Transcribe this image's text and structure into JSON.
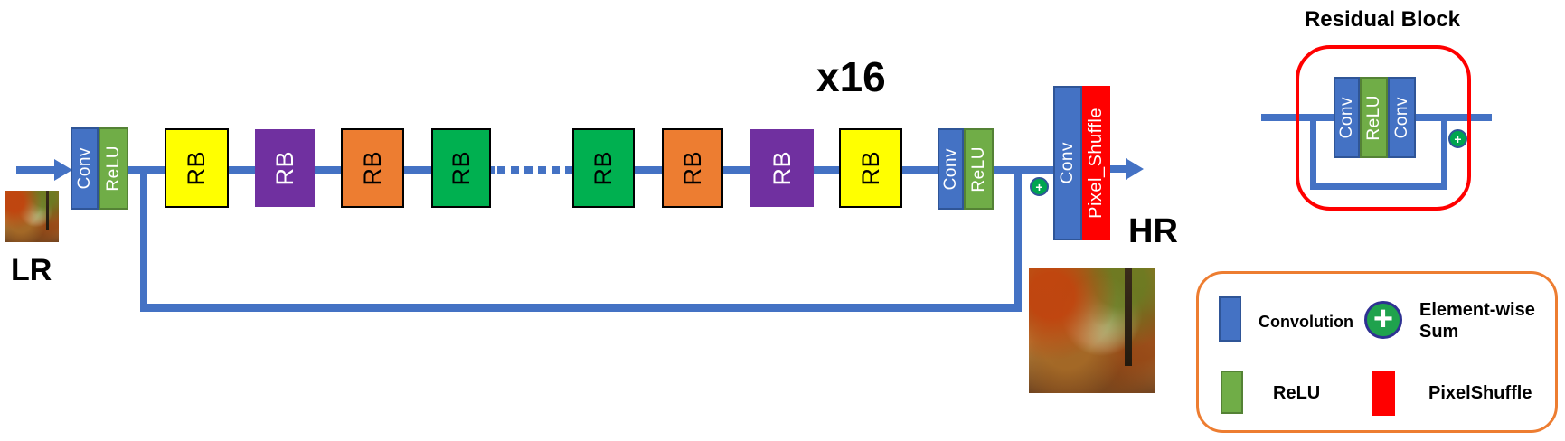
{
  "diagram": {
    "input_label": "LR",
    "output_label": "HR",
    "multiplier_label": "x16",
    "head": {
      "conv": "Conv",
      "relu": "ReLU"
    },
    "rb_blocks": [
      {
        "label": "RB",
        "color": "#FFFF00"
      },
      {
        "label": "RB",
        "color": "#7030A0"
      },
      {
        "label": "RB",
        "color": "#ED7D31"
      },
      {
        "label": "RB",
        "color": "#00B050"
      },
      {
        "label": "RB",
        "color": "#00B050"
      },
      {
        "label": "RB",
        "color": "#ED7D31"
      },
      {
        "label": "RB",
        "color": "#7030A0"
      },
      {
        "label": "RB",
        "color": "#FFFF00"
      }
    ],
    "tail": {
      "conv": "Conv",
      "relu": "ReLU"
    },
    "upsample": {
      "conv": "Conv",
      "pixel_shuffle": "Pixel_Shuffle"
    },
    "plus_symbol": "+"
  },
  "residual_block_panel": {
    "title": "Residual Block",
    "conv1": "Conv",
    "relu": "ReLU",
    "conv2": "Conv",
    "plus_symbol": "+"
  },
  "legend": {
    "items": [
      {
        "label": "Convolution",
        "swatch": "blue-rect",
        "color": "#4472C4"
      },
      {
        "label": "Element-wise Sum",
        "swatch": "plus-circle",
        "color": "#1FA24D"
      },
      {
        "label": "ReLU",
        "swatch": "green-rect",
        "color": "#70AD47"
      },
      {
        "label": "PixelShuffle",
        "swatch": "red-rect",
        "color": "#FF0000"
      }
    ]
  },
  "colors": {
    "wire": "#4472C4",
    "conv_fill": "#4472C4",
    "conv_border": "#2F5597",
    "relu_fill": "#70AD47",
    "relu_border": "#548235",
    "rb_yellow": "#FFFF00",
    "rb_purple": "#7030A0",
    "rb_orange": "#ED7D31",
    "rb_green": "#00B050",
    "pixel_shuffle_red": "#FF0000",
    "plus_fill": "#00A550",
    "legend_border": "#ED7D31",
    "residual_outline": "#FF0000"
  }
}
